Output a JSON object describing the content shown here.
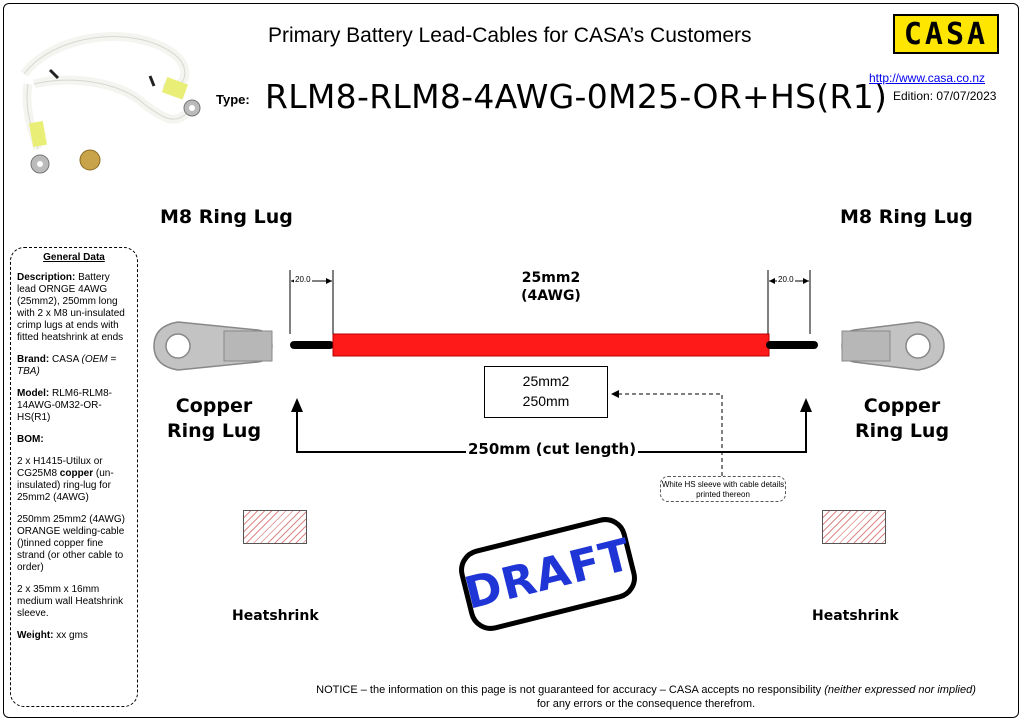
{
  "header": {
    "title": "Primary Battery Lead-Cables for CASA’s Customers",
    "type_label": "Type:",
    "type_value": "RLM8-RLM8-4AWG-0M25-OR+HS(R1)",
    "logo_text": "CASA",
    "url": "http://www.casa.co.nz",
    "edition": "Edition: 07/07/2023"
  },
  "diagram": {
    "left_lug_title": "M8 Ring Lug",
    "right_lug_title": "M8 Ring Lug",
    "cable_size_line1": "25mm2",
    "cable_size_line2": "(4AWG)",
    "dim_left": "20.0",
    "dim_right": "20.0",
    "spec_line1": "25mm2",
    "spec_line2": "250mm",
    "copper_left": "Copper Ring Lug",
    "copper_right": "Copper Ring Lug",
    "cut_length": "250mm (cut length)",
    "hs_sleeve_note": "White HS sleeve with cable details printed thereon",
    "heatshrink_left": "Heatshrink",
    "heatshrink_right": "Heatshrink",
    "draft": "DRAFT"
  },
  "general_data": {
    "title": "General Data",
    "description_label": "Description:",
    "description_text": " Battery lead ORNGE 4AWG (25mm2), 250mm long with 2 x M8 un-insulated crimp lugs at ends with fitted heatshrink at ends",
    "brand_label": "Brand:",
    "brand_text": " CASA ",
    "brand_note": "(OEM = TBA)",
    "model_label": "Model:",
    "model_text": " RLM6-RLM8-14AWG-0M32-OR-HS(R1)",
    "bom_label": "BOM:",
    "bom_item1_pre": "2 x H1415-Utilux or CG25M8 ",
    "bom_item1_bold": "copper",
    "bom_item1_post": " (un-insulated) ring-lug for 25mm2 (4AWG)",
    "bom_item2": "250mm 25mm2 (4AWG) ORANGE welding-cable ()tinned copper fine strand (or other cable to order)",
    "bom_item3": "2 x 35mm x 16mm medium wall Heatshrink sleeve.",
    "weight_label": "Weight:",
    "weight_text": " xx gms"
  },
  "notice": {
    "part1": "NOTICE – the information on this page is not guaranteed for accuracy – CASA accepts no responsibility ",
    "italic": "(neither expressed nor implied)",
    "part2": " for any errors or the consequence therefrom."
  },
  "colors": {
    "cable": "#ff1a1a",
    "logo_bg": "#ffe600",
    "draft_text": "#1f35d6",
    "link": "#0000ee"
  }
}
